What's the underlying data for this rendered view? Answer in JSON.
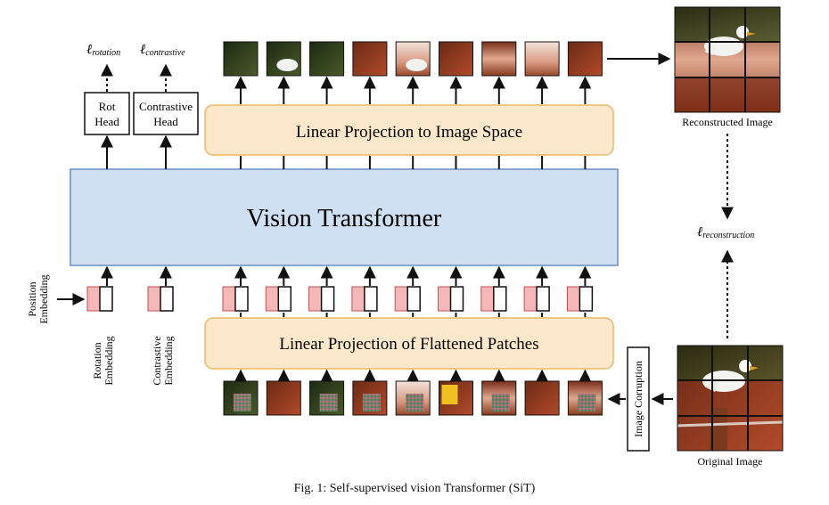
{
  "labels": {
    "loss_rotation": "ℓ",
    "loss_rotation_sub": "rotation",
    "loss_contrastive": "ℓ",
    "loss_contrastive_sub": "contrastive",
    "loss_reconstruction": "ℓ",
    "loss_reconstruction_sub": "reconstruction",
    "rot_head_line1": "Rot",
    "rot_head_line2": "Head",
    "contrastive_head_line1": "Contrastive",
    "contrastive_head_line2": "Head",
    "linear_projection_image_space": "Linear Projection to Image Space",
    "vision_transformer": "Vision Transformer",
    "linear_projection_flattened": "Linear Projection of Flattened Patches",
    "position_embedding_line1": "Position",
    "position_embedding_line2": "Embedding",
    "rotation_embedding_line1": "Rotation",
    "rotation_embedding_line2": "Embedding",
    "contrastive_embedding_line1": "Contrastive",
    "contrastive_embedding_line2": "Embedding",
    "image_corruption": "Image Corruption",
    "reconstructed_image": "Reconstructed Image",
    "original_image": "Original Image"
  },
  "caption": "Fig. 1: Self-supervised vision Transformer (SiT)",
  "colors": {
    "transformer_fill": "#cfe0f3",
    "transformer_stroke": "#6c8ebf",
    "projection_fill": "#fde8cc",
    "projection_stroke": "#e8b86a",
    "embedding_red": "#f4b8b8",
    "embedding_red_stroke": "#c05050"
  },
  "patches": {
    "count": 9,
    "grid": "3x3"
  }
}
